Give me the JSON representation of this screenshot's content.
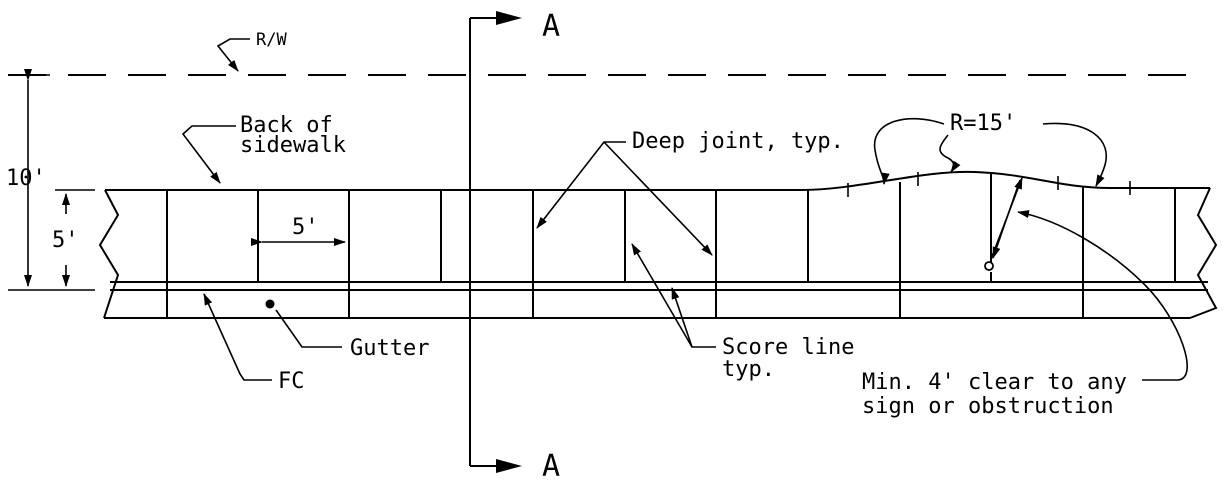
{
  "diagram": {
    "right_of_way": "R/W",
    "section_label_top": "A",
    "section_label_bottom": "A",
    "dim_10ft": "10'",
    "dim_5ft_vertical": "5'",
    "dim_5ft_panel": "5'",
    "back_of_sidewalk_line1": "Back of",
    "back_of_sidewalk_line2": "sidewalk",
    "deep_joint": "Deep joint, typ.",
    "radius": "R=15'",
    "gutter": "Gutter",
    "fc": "FC",
    "score_line_line1": "Score line",
    "score_line_line2": "typ.",
    "clearance_line1": "Min. 4' clear to any",
    "clearance_line2": "sign or obstruction"
  }
}
